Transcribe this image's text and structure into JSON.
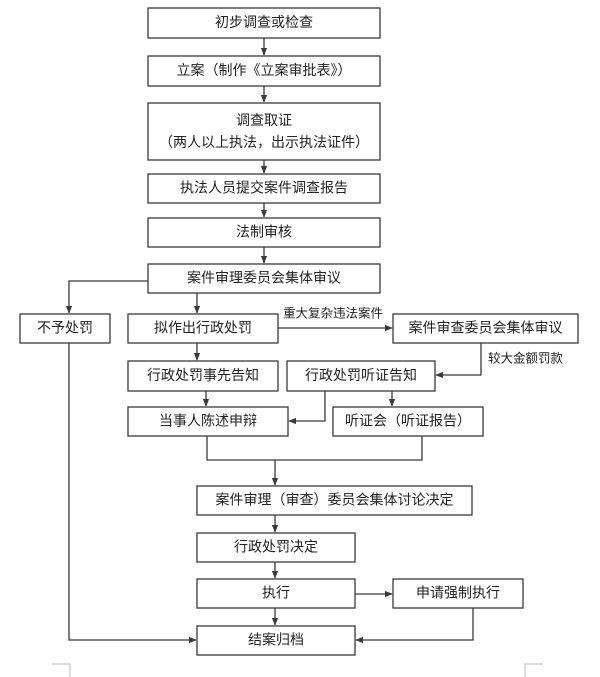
{
  "diagram": {
    "type": "flowchart",
    "title": "",
    "nodes": {
      "initial_investigation": "初步调查或检查",
      "case_filing": "立案（制作《立案审批表》）",
      "evidence_collection": {
        "line1": "调查取证",
        "line2": "（两人以上执法，出示执法证件）"
      },
      "submit_report": "执法人员提交案件调查报告",
      "legal_review": "法制审核",
      "trial_committee_review": "案件审理委员会集体审议",
      "no_penalty": "不予处罚",
      "proposed_penalty": "拟作出行政处罚",
      "examination_committee_review": "案件审查委员会集体审议",
      "prior_notice": "行政处罚事先告知",
      "hearing_notice": "行政处罚听证告知",
      "party_statement": "当事人陈述申辩",
      "hearing": "听证会（听证报告）",
      "committee_decision": "案件审理（审查）委员会集体讨论决定",
      "penalty_decision": "行政处罚决定",
      "execution": "执行",
      "enforcement_application": "申请强制执行",
      "case_closing": "结案归档"
    },
    "edge_labels": {
      "major_complex_cases": "重大复杂违法案件",
      "large_fines": "较大金额罚款"
    },
    "edges": [
      [
        "initial_investigation",
        "case_filing"
      ],
      [
        "case_filing",
        "evidence_collection"
      ],
      [
        "evidence_collection",
        "submit_report"
      ],
      [
        "submit_report",
        "legal_review"
      ],
      [
        "legal_review",
        "trial_committee_review"
      ],
      [
        "trial_committee_review",
        "no_penalty"
      ],
      [
        "trial_committee_review",
        "proposed_penalty"
      ],
      [
        "proposed_penalty",
        "examination_committee_review",
        "重大复杂违法案件"
      ],
      [
        "examination_committee_review",
        "hearing_notice",
        "较大金额罚款"
      ],
      [
        "proposed_penalty",
        "prior_notice"
      ],
      [
        "prior_notice",
        "party_statement"
      ],
      [
        "hearing_notice",
        "party_statement"
      ],
      [
        "hearing_notice",
        "hearing"
      ],
      [
        "party_statement",
        "committee_decision"
      ],
      [
        "hearing",
        "committee_decision"
      ],
      [
        "committee_decision",
        "penalty_decision"
      ],
      [
        "penalty_decision",
        "execution"
      ],
      [
        "execution",
        "enforcement_application"
      ],
      [
        "execution",
        "case_closing"
      ],
      [
        "enforcement_application",
        "case_closing"
      ],
      [
        "no_penalty",
        "case_closing"
      ]
    ],
    "colors": {
      "line": "#3a3a3a",
      "text": "#222222",
      "background": "#ffffff"
    }
  }
}
